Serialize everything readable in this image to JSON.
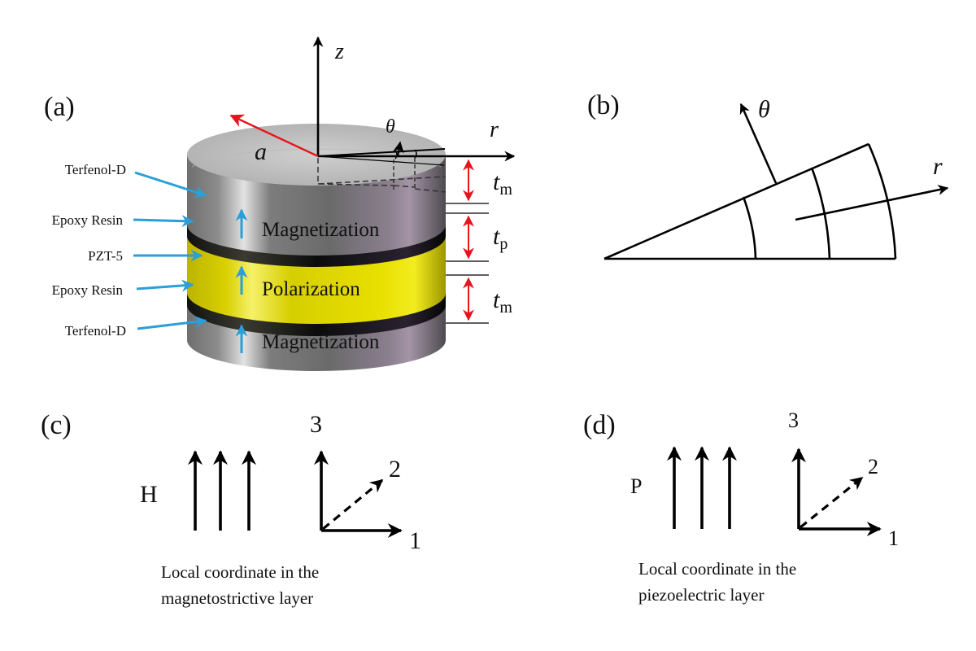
{
  "panels": {
    "a": {
      "label": "(a)",
      "axes": {
        "z": "z",
        "r": "r",
        "theta": "θ",
        "radius": "a"
      },
      "materials": [
        "Terfenol-D",
        "Epoxy Resin",
        "PZT-5",
        "Epoxy Resin",
        "Terfenol-D"
      ],
      "layer_labels": [
        "Magnetization",
        "Polarization",
        "Magnetization"
      ],
      "thickness_labels": [
        {
          "base": "t",
          "sub": "m"
        },
        {
          "base": "t",
          "sub": "p"
        },
        {
          "base": "t",
          "sub": "m"
        }
      ],
      "colors": {
        "terfenol": "#8a8a8a",
        "pzt": "#e6e000",
        "epoxy": "#111111",
        "pointer_arrow": "#2a9fd8",
        "dimension_arrow": "#e8141c",
        "radius_arrow": "#e8141c"
      }
    },
    "b": {
      "label": "(b)",
      "axes": {
        "theta": "θ",
        "r": "r"
      }
    },
    "c": {
      "label": "(c)",
      "field_label": "H",
      "axes": {
        "one": "1",
        "two": "2",
        "three": "3"
      },
      "caption_line1": "Local coordinate in the",
      "caption_line2": "magnetostrictive layer"
    },
    "d": {
      "label": "(d)",
      "field_label": "P",
      "axes": {
        "one": "1",
        "two": "2",
        "three": "3"
      },
      "caption_line1": "Local coordinate in the",
      "caption_line2": "piezoelectric layer"
    }
  }
}
